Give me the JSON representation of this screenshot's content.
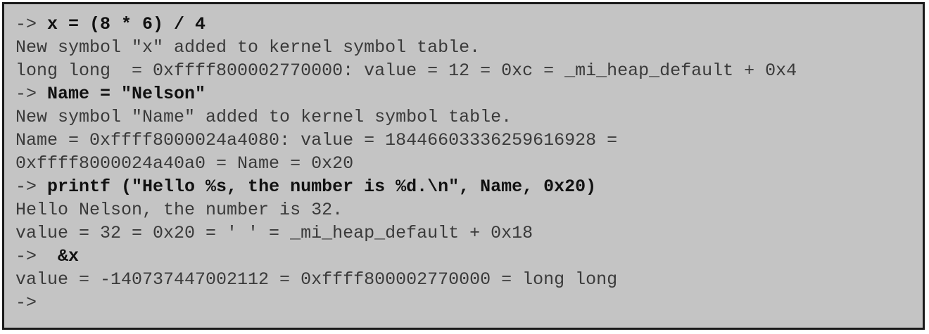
{
  "terminal": {
    "prompt": "-> ",
    "lines": [
      {
        "kind": "input",
        "prompt": "-> ",
        "text": "x = (8 * 6) / 4"
      },
      {
        "kind": "output",
        "text": "New symbol \"x\" added to kernel symbol table."
      },
      {
        "kind": "output",
        "text": "long long  = 0xffff800002770000: value = 12 = 0xc = _mi_heap_default + 0x4"
      },
      {
        "kind": "input",
        "prompt": "-> ",
        "text": "Name = \"Nelson\""
      },
      {
        "kind": "output",
        "text": "New symbol \"Name\" added to kernel symbol table."
      },
      {
        "kind": "output",
        "text": "Name = 0xffff8000024a4080: value = 18446603336259616928 ="
      },
      {
        "kind": "output",
        "text": "0xffff8000024a40a0 = Name = 0x20"
      },
      {
        "kind": "input",
        "prompt": "-> ",
        "text": "printf (\"Hello %s, the number is %d.\\n\", Name, 0x20)"
      },
      {
        "kind": "output",
        "text": "Hello Nelson, the number is 32."
      },
      {
        "kind": "output",
        "text": "value = 32 = 0x20 = ' ' = _mi_heap_default + 0x18"
      },
      {
        "kind": "input",
        "prompt": "->  ",
        "text": "&x"
      },
      {
        "kind": "output",
        "text": "value = -140737447002112 = 0xffff800002770000 = long long"
      },
      {
        "kind": "input",
        "prompt": "->",
        "text": ""
      }
    ]
  },
  "colors": {
    "background": "#c4c4c4",
    "border": "#1a1a1a",
    "output_text": "#3a3a3a",
    "command_text": "#111111"
  }
}
